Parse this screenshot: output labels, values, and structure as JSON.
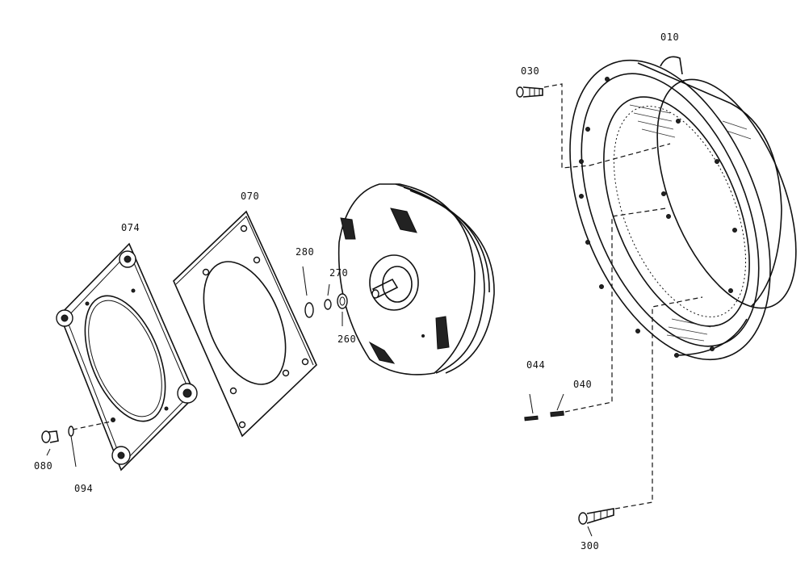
{
  "parts": {
    "p010": "010",
    "p030": "030",
    "p044": "044",
    "p040": "040",
    "p300": "300",
    "p070": "070",
    "p074": "074",
    "p080": "080",
    "p094": "094",
    "p280": "280",
    "p270": "270",
    "p260": "260"
  },
  "colors": {
    "ink": "#111111",
    "paper": "#ffffff"
  }
}
